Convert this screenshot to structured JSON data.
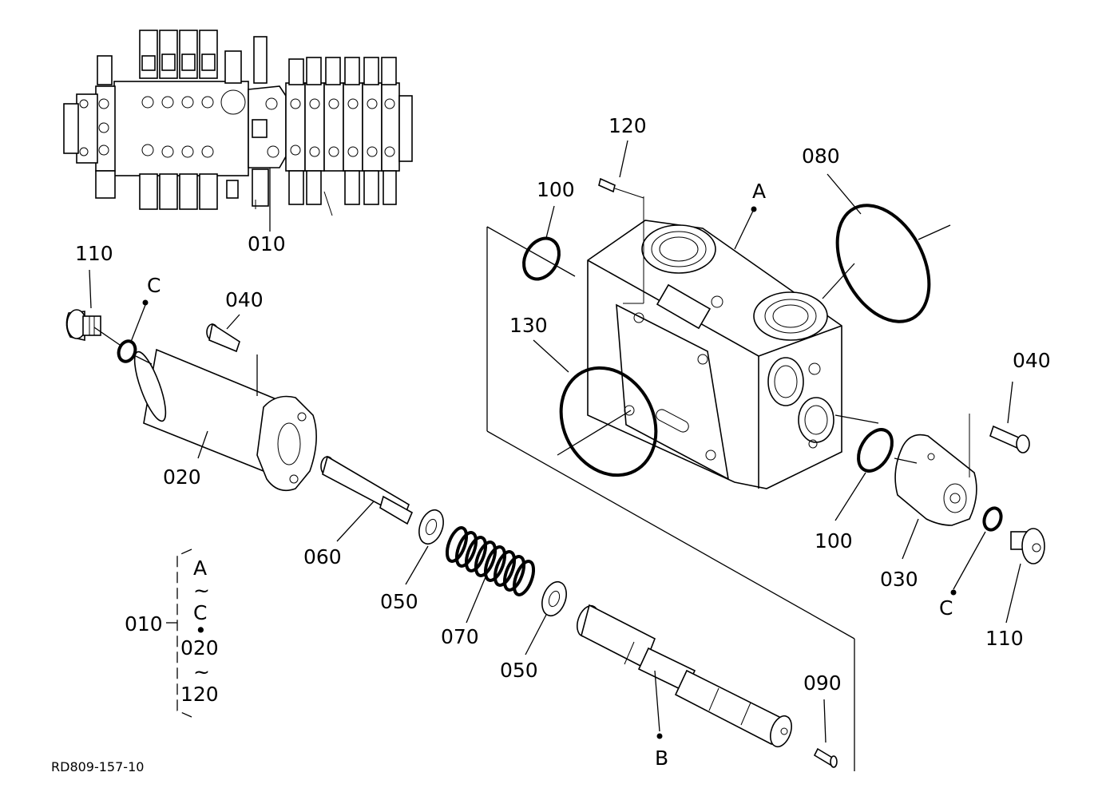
{
  "drawing_id": "RD809-157-10",
  "labels": {
    "p010_top": "010",
    "p120": "120",
    "p100_top": "100",
    "pA": "A",
    "p080": "080",
    "p110_left": "110",
    "pC_left": "C",
    "p040_left": "040",
    "p130": "130",
    "p020": "020",
    "p060": "060",
    "p050_a": "050",
    "p070": "070",
    "p050_b": "050",
    "pB": "B",
    "p090": "090",
    "p040_right": "040",
    "p100_right": "100",
    "p030": "030",
    "pC_right": "C",
    "p110_right": "110"
  },
  "legend": {
    "assembly": "010",
    "from_ref": "A",
    "tilde1": "~",
    "to_ref": "C",
    "dot": "•",
    "from_part": "020",
    "tilde2": "~",
    "to_part": "120"
  }
}
